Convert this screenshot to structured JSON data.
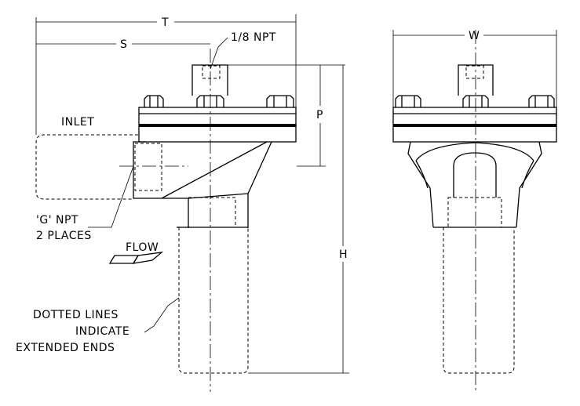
{
  "labels": {
    "dim_T": "T",
    "dim_S": "S",
    "dim_P": "P",
    "dim_H": "H",
    "dim_W": "W",
    "npt_tap": "1/8 NPT",
    "inlet": "INLET",
    "g_npt_line1": "'G' NPT",
    "g_npt_line2": "2 PLACES",
    "flow": "FLOW",
    "note_line1": "DOTTED LINES",
    "note_line2": "INDICATE",
    "note_line3": "EXTENDED ENDS"
  }
}
